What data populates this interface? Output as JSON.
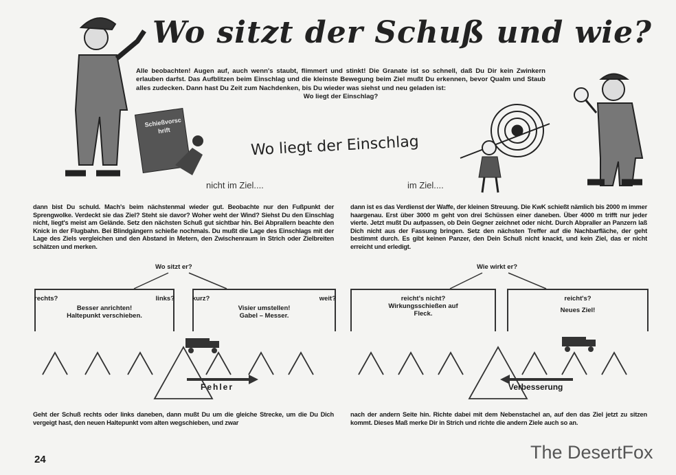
{
  "title": "Wo sitzt der Schuß und wie?",
  "intro": {
    "text": "Alle beobachten! Augen auf, auch wenn's staubt, flimmert und stinkt! Die Granate ist so schnell, daß Du Dir kein Zwinkern erlauben darfst. Das Aufblitzen beim Einschlag und die kleinste Bewegung beim Ziel mußt Du erkennen, bevor Qualm und Staub alles zudecken. Dann hast Du Zeit zum Nachdenken, bis Du wieder was siehst und neu geladen ist:",
    "question": "Wo liegt der Einschlag?"
  },
  "illustration": {
    "heading": "Wo liegt der Einschlag",
    "left_caption": "nicht im Ziel....",
    "right_caption": "im Ziel....",
    "sign_text": "Schießvorschrift"
  },
  "left": {
    "paragraph": "dann bist Du schuld. Mach's beim nächstenmal wieder gut. Beobachte nur den Fußpunkt der Sprengwolke. Verdeckt sie das Ziel? Steht sie davor? Woher weht der Wind? Siehst Du den Einschlag nicht, liegt's meist am Gelände. Setz den nächsten Schuß gut sichtbar hin. Bei Abprallern beachte den Knick in der Flugbahn. Bei Blindgängern schieße nochmals. Du mußt die Lage des Einschlags mit der Lage des Ziels vergleichen und den Abstand in Metern, den Zwischenraum in Strich oder Zielbreiten schätzen und merken.",
    "question": "Wo sitzt er?",
    "box1": {
      "left_label": "rechts?",
      "right_label": "links?",
      "line1": "Besser anrichten!",
      "line2": "Haltepunkt verschieben."
    },
    "box2": {
      "left_label": "kurz?",
      "right_label": "weit?",
      "line1": "Visier umstellen!",
      "line2": "Gabel – Messer."
    },
    "arrow_label": "Fehler",
    "bottom": "Geht der Schuß rechts oder links daneben, dann mußt Du um die gleiche Strecke, um die Du Dich vergeigt hast, den neuen Haltepunkt vom alten wegschieben, und zwar"
  },
  "right": {
    "paragraph": "dann ist es das Verdienst der Waffe, der kleinen Streuung. Die KwK schießt nämlich bis 2000 m immer haargenau. Erst über 3000 m geht von drei Schüssen einer daneben. Über 4000 m trifft nur jeder vierte. Jetzt mußt Du aufpassen, ob Dein Gegner zeichnet oder nicht. Durch Abpraller an Panzern laß Dich nicht aus der Fassung bringen. Setz den nächsten Treffer auf die Nachbarfläche, der geht bestimmt durch. Es gibt keinen Panzer, den Dein Schuß nicht knackt, und kein Ziel, das er nicht erreicht und erledigt.",
    "question": "Wie wirkt er?",
    "box1": {
      "line1": "reicht's nicht?",
      "line2": "Wirkungsschießen auf",
      "line3": "Fleck."
    },
    "box2": {
      "line1": "reicht's?",
      "line2": "Neues Ziel!"
    },
    "arrow_label": "Verbesserung",
    "bottom": "nach der andern Seite hin. Richte dabei mit dem Nebenstachel an, auf den das Ziel jetzt zu sitzen kommt. Dieses Maß merke Dir in Strich und richte die andern Ziele auch so an."
  },
  "page_number": "24",
  "watermark": "The DesertFox"
}
